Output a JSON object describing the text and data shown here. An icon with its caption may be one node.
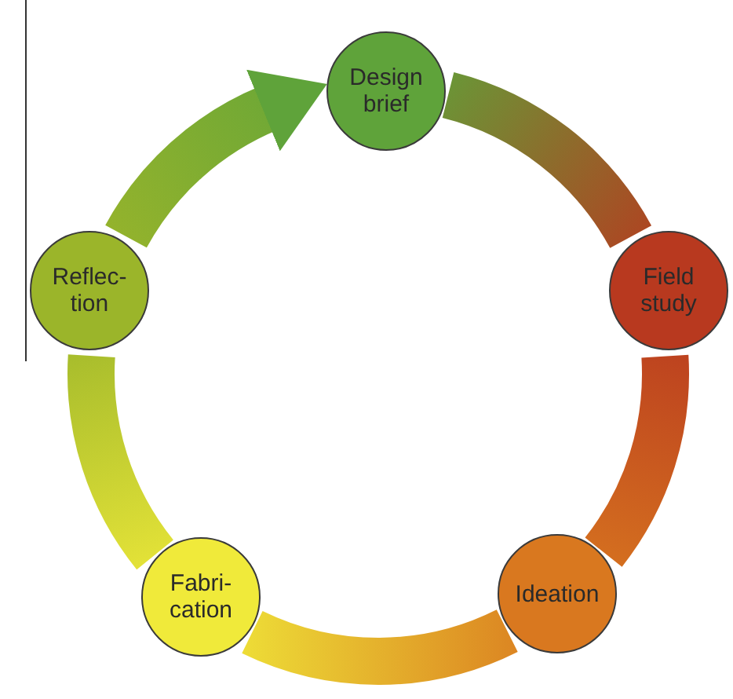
{
  "diagram": {
    "nodes": [
      {
        "text": [
          "Design brief"
        ]
      },
      {
        "text": [
          "Field study"
        ]
      },
      {
        "text": [
          "Ideation"
        ]
      },
      {
        "text": [
          "Fabri-cation"
        ]
      },
      {
        "text": [
          "Reflec-tion"
        ]
      }
    ],
    "edges": [
      {
        "from": 0,
        "to": 1,
        "arrow": "none"
      },
      {
        "from": 1,
        "to": 2,
        "arrow": "none"
      },
      {
        "from": 2,
        "to": 3,
        "arrow": "none"
      },
      {
        "from": 3,
        "to": 4,
        "arrow": "none"
      },
      {
        "from": 4,
        "to": 0,
        "arrow": "to"
      }
    ]
  }
}
